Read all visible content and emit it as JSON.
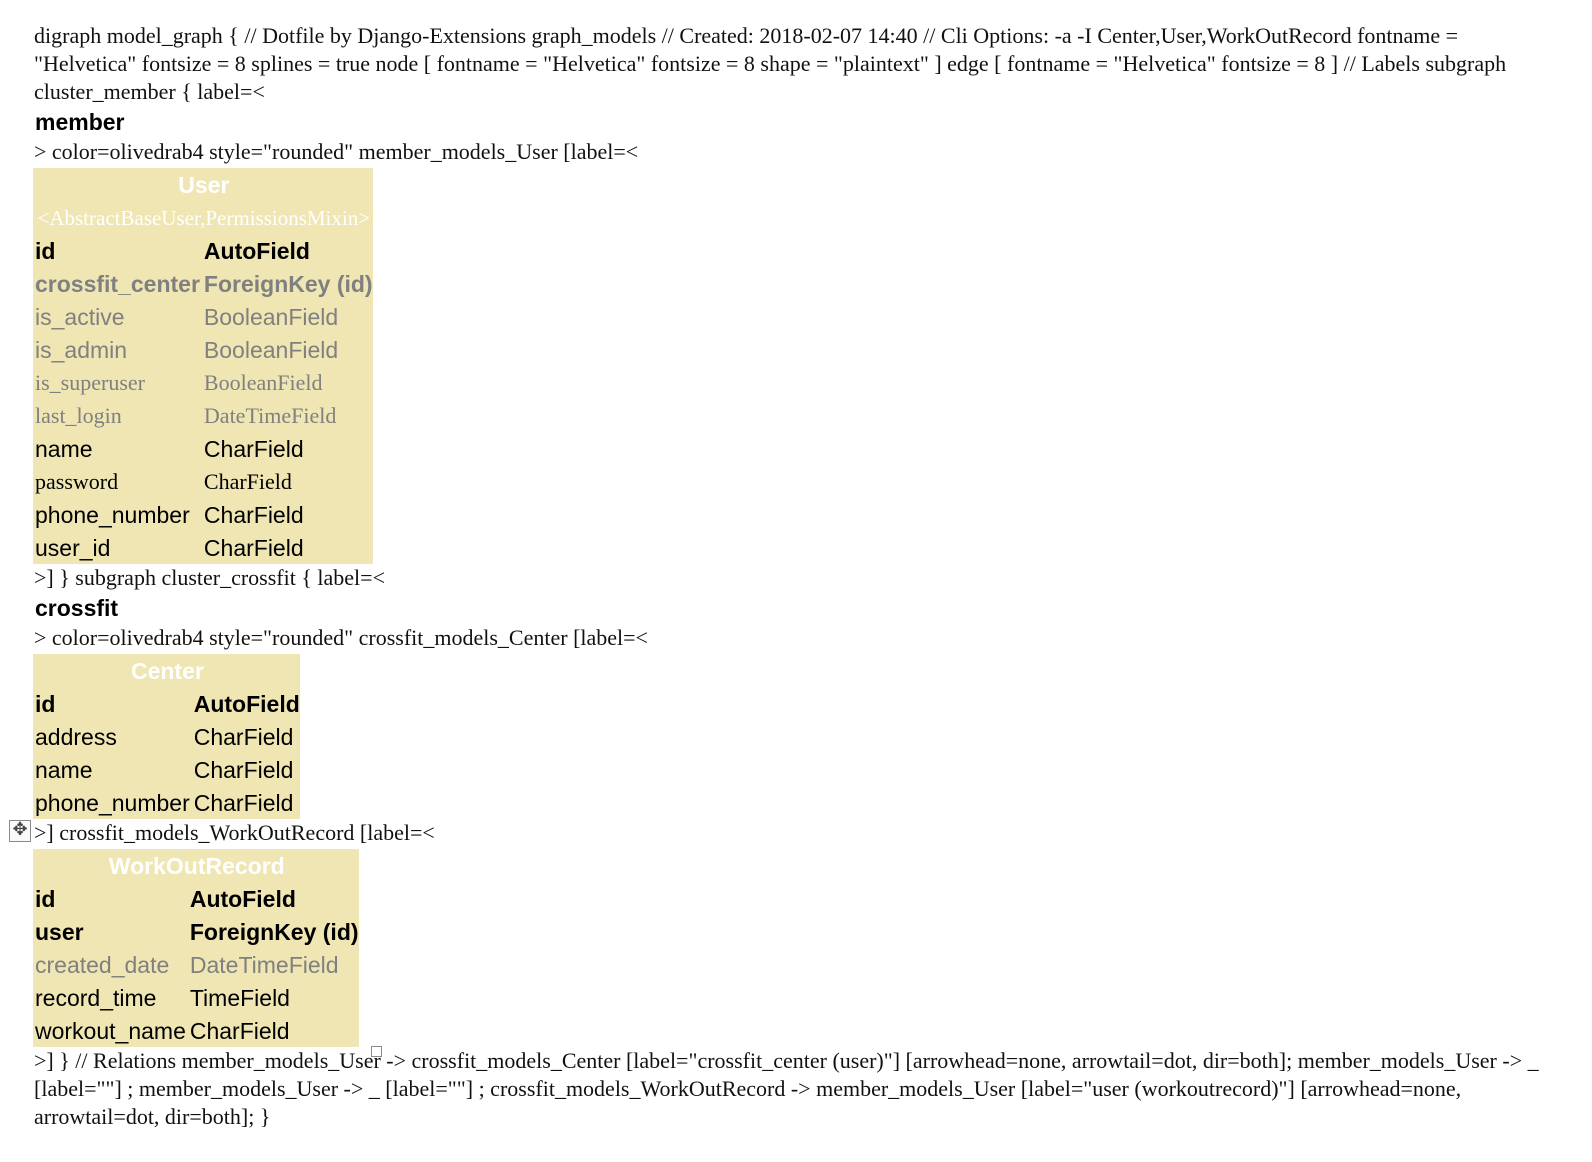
{
  "texts": {
    "intro": "digraph model_graph { // Dotfile by Django-Extensions graph_models // Created: 2018-02-07 14:40 // Cli Options: -a -I Center,User,WorkOutRecord fontname = \"Helvetica\" fontsize = 8 splines = true node [ fontname = \"Helvetica\" fontsize = 8 shape = \"plaintext\" ] edge [ fontname = \"Helvetica\" fontsize = 8 ] // Labels subgraph cluster_member { label=<",
    "member_label": "member",
    "after_member": "> color=olivedrab4 style=\"rounded\" member_models_User [label=<",
    "after_user": ">] } subgraph cluster_crossfit { label=<",
    "crossfit_label": "crossfit",
    "after_crossfit": "> color=olivedrab4 style=\"rounded\" crossfit_models_Center [label=<",
    "after_center": ">] crossfit_models_WorkOutRecord [label=<",
    "relations": ">] } // Relations member_models_User -> crossfit_models_Center [label=\"crossfit_center (user)\"] [arrowhead=none, arrowtail=dot, dir=both]; member_models_User -> _ [label=\"\"] ; member_models_User -> _ [label=\"\"] ; crossfit_models_WorkOutRecord -> member_models_User [label=\"user (workoutrecord)\"] [arrowhead=none, arrowtail=dot, dir=both]; }"
  },
  "models": {
    "user": {
      "title": "User",
      "subtitle": "<AbstractBaseUser,PermissionsMixin>",
      "fields": [
        {
          "name": "id",
          "type": "AutoField",
          "font": "sans",
          "bold": true,
          "color": "#000000"
        },
        {
          "name": "crossfit_center",
          "type": "ForeignKey (id)",
          "font": "sans",
          "bold": true,
          "color": "#808080"
        },
        {
          "name": "is_active",
          "type": "BooleanField",
          "font": "sans",
          "bold": false,
          "color": "#808080"
        },
        {
          "name": "is_admin",
          "type": "BooleanField",
          "font": "sans",
          "bold": false,
          "color": "#808080"
        },
        {
          "name": "is_superuser",
          "type": "BooleanField",
          "font": "serif",
          "bold": false,
          "color": "#808080"
        },
        {
          "name": "last_login",
          "type": "DateTimeField",
          "font": "serif",
          "bold": false,
          "color": "#808080"
        },
        {
          "name": "name",
          "type": "CharField",
          "font": "sans",
          "bold": false,
          "color": "#000000"
        },
        {
          "name": "password",
          "type": "CharField",
          "font": "serif",
          "bold": false,
          "color": "#000000"
        },
        {
          "name": "phone_number",
          "type": "CharField",
          "font": "sans",
          "bold": false,
          "color": "#000000"
        },
        {
          "name": "user_id",
          "type": "CharField",
          "font": "sans",
          "bold": false,
          "color": "#000000"
        }
      ]
    },
    "center": {
      "title": "Center",
      "fields": [
        {
          "name": "id",
          "type": "AutoField",
          "font": "sans",
          "bold": true,
          "color": "#000000"
        },
        {
          "name": "address",
          "type": "CharField",
          "font": "sans",
          "bold": false,
          "color": "#000000"
        },
        {
          "name": "name",
          "type": "CharField",
          "font": "sans",
          "bold": false,
          "color": "#000000"
        },
        {
          "name": "phone_number",
          "type": "CharField",
          "font": "sans",
          "bold": false,
          "color": "#000000"
        }
      ]
    },
    "workoutrecord": {
      "title": "WorkOutRecord",
      "fields": [
        {
          "name": "id",
          "type": "AutoField",
          "font": "sans",
          "bold": true,
          "color": "#000000"
        },
        {
          "name": "user",
          "type": "ForeignKey (id)",
          "font": "sans",
          "bold": true,
          "color": "#000000"
        },
        {
          "name": "created_date",
          "type": "DateTimeField",
          "font": "sans",
          "bold": false,
          "color": "#808080"
        },
        {
          "name": "record_time",
          "type": "TimeField",
          "font": "sans",
          "bold": false,
          "color": "#000000"
        },
        {
          "name": "workout_name",
          "type": "CharField",
          "font": "sans",
          "bold": false,
          "color": "#000000"
        }
      ]
    }
  },
  "colors": {
    "table_background": "#efe6b4",
    "header_text": "#ffffff",
    "muted_field": "#808080"
  },
  "icons": {
    "move_handle": "move-handle-icon"
  }
}
